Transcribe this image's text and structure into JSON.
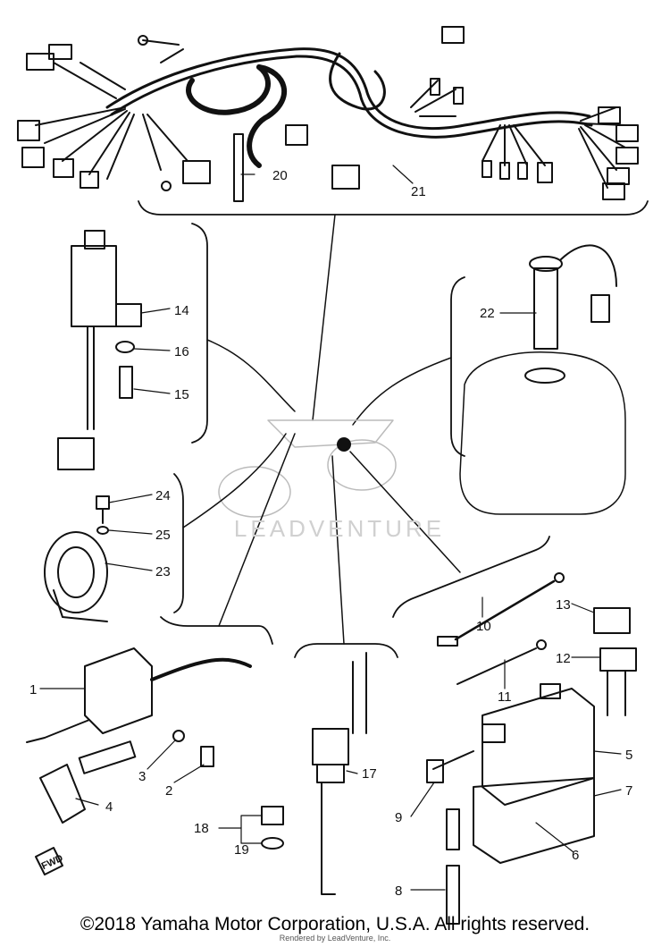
{
  "callouts": [
    {
      "id": "1",
      "label": "1"
    },
    {
      "id": "2",
      "label": "2"
    },
    {
      "id": "3",
      "label": "3"
    },
    {
      "id": "4",
      "label": "4"
    },
    {
      "id": "5",
      "label": "5"
    },
    {
      "id": "6",
      "label": "6"
    },
    {
      "id": "7",
      "label": "7"
    },
    {
      "id": "8",
      "label": "8"
    },
    {
      "id": "9",
      "label": "9"
    },
    {
      "id": "10",
      "label": "10"
    },
    {
      "id": "11",
      "label": "11"
    },
    {
      "id": "12",
      "label": "12"
    },
    {
      "id": "13",
      "label": "13"
    },
    {
      "id": "14",
      "label": "14"
    },
    {
      "id": "15",
      "label": "15"
    },
    {
      "id": "16",
      "label": "16"
    },
    {
      "id": "17",
      "label": "17"
    },
    {
      "id": "18",
      "label": "18"
    },
    {
      "id": "19",
      "label": "19"
    },
    {
      "id": "20",
      "label": "20"
    },
    {
      "id": "21",
      "label": "21"
    },
    {
      "id": "22",
      "label": "22"
    },
    {
      "id": "23",
      "label": "23"
    },
    {
      "id": "24",
      "label": "24"
    },
    {
      "id": "25",
      "label": "25"
    }
  ],
  "fwd_label": "FWD",
  "watermark": "LEADVENTURE",
  "copyright": "©2018 Yamaha Motor Corporation, U.S.A. All rights reserved.",
  "rendered_by": "Rendered by LeadVenture, Inc."
}
